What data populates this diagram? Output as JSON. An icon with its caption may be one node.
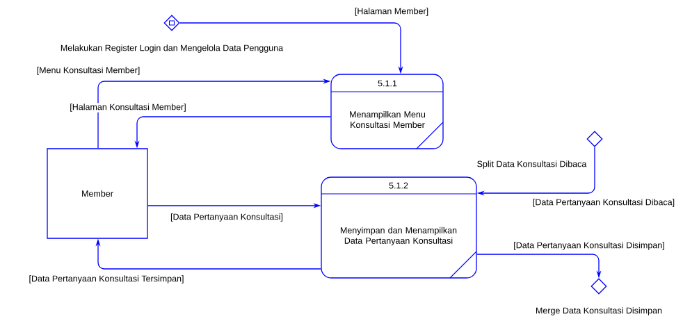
{
  "diagram": {
    "nodes": [
      {
        "text": [
          "Melakukan Register Login dan Mengelola Data Pengguna"
        ]
      },
      {
        "text": [
          "5.1.1",
          "Menampilkan Menu Konsultasi Member"
        ]
      },
      {
        "text": [
          "Member"
        ]
      },
      {
        "text": [
          "Split Data Konsultasi Dibaca"
        ]
      },
      {
        "text": [
          "5.1.2",
          "Menyimpan dan Menampilkan Data Pertanyaan Konsultasi"
        ]
      },
      {
        "text": [
          "Merge Data Konsultasi Disimpan"
        ]
      }
    ],
    "edges": [
      {
        "from": 0,
        "to": 1,
        "arrow": "to",
        "label": "[Halaman Member]"
      },
      {
        "from": 2,
        "to": 1,
        "arrow": "to",
        "label": "[Menu Konsultasi Member]"
      },
      {
        "from": 1,
        "to": 2,
        "arrow": "to",
        "label": "[Halaman Konsultasi Member]"
      },
      {
        "from": 2,
        "to": 4,
        "arrow": "to",
        "label": "[Data Pertanyaan Konsultasi]"
      },
      {
        "from": 4,
        "to": 2,
        "arrow": "to",
        "label": "[Data Pertanyaan Konsultasi Tersimpan]"
      },
      {
        "from": 3,
        "to": 4,
        "arrow": "to",
        "label": "[Data Pertanyaan Konsultasi Dibaca]"
      },
      {
        "from": 4,
        "to": 5,
        "arrow": "to",
        "label": "[Data Pertanyaan Konsultasi Disimpan]"
      }
    ]
  }
}
